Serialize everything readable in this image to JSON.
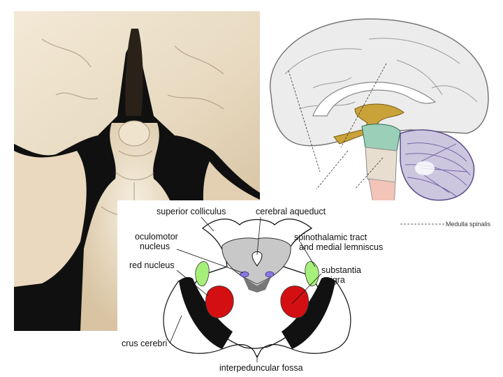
{
  "labels": {
    "superior_colliculus": "superior colliculus",
    "cerebral_aqueduct": "cerebral aqueduct",
    "oculomotor_line1": "oculomotor",
    "oculomotor_line2": "nucleus",
    "spinothalamic_line1": "spinothalamic tract",
    "spinothalamic_line2": "and medial lemniscus",
    "red_nucleus": "red nucleus",
    "substantia_line1": "substantia",
    "substantia_line2": "nigra",
    "crus_cerebri": "crus cerebri",
    "interpeduncular_fossa": "interpeduncular fossa",
    "medulla_spinalis": "Medulla spinalis"
  },
  "colors": {
    "red_nucleus": "#d40f12",
    "spinothalamic": "#a6f07a",
    "oculomotor": "#8a78e0",
    "crus_cerebri": "#111111",
    "aqueduct_region": "#c8c8c8",
    "photo_background": "#101010",
    "brain_tissue": "#ece0cc"
  }
}
